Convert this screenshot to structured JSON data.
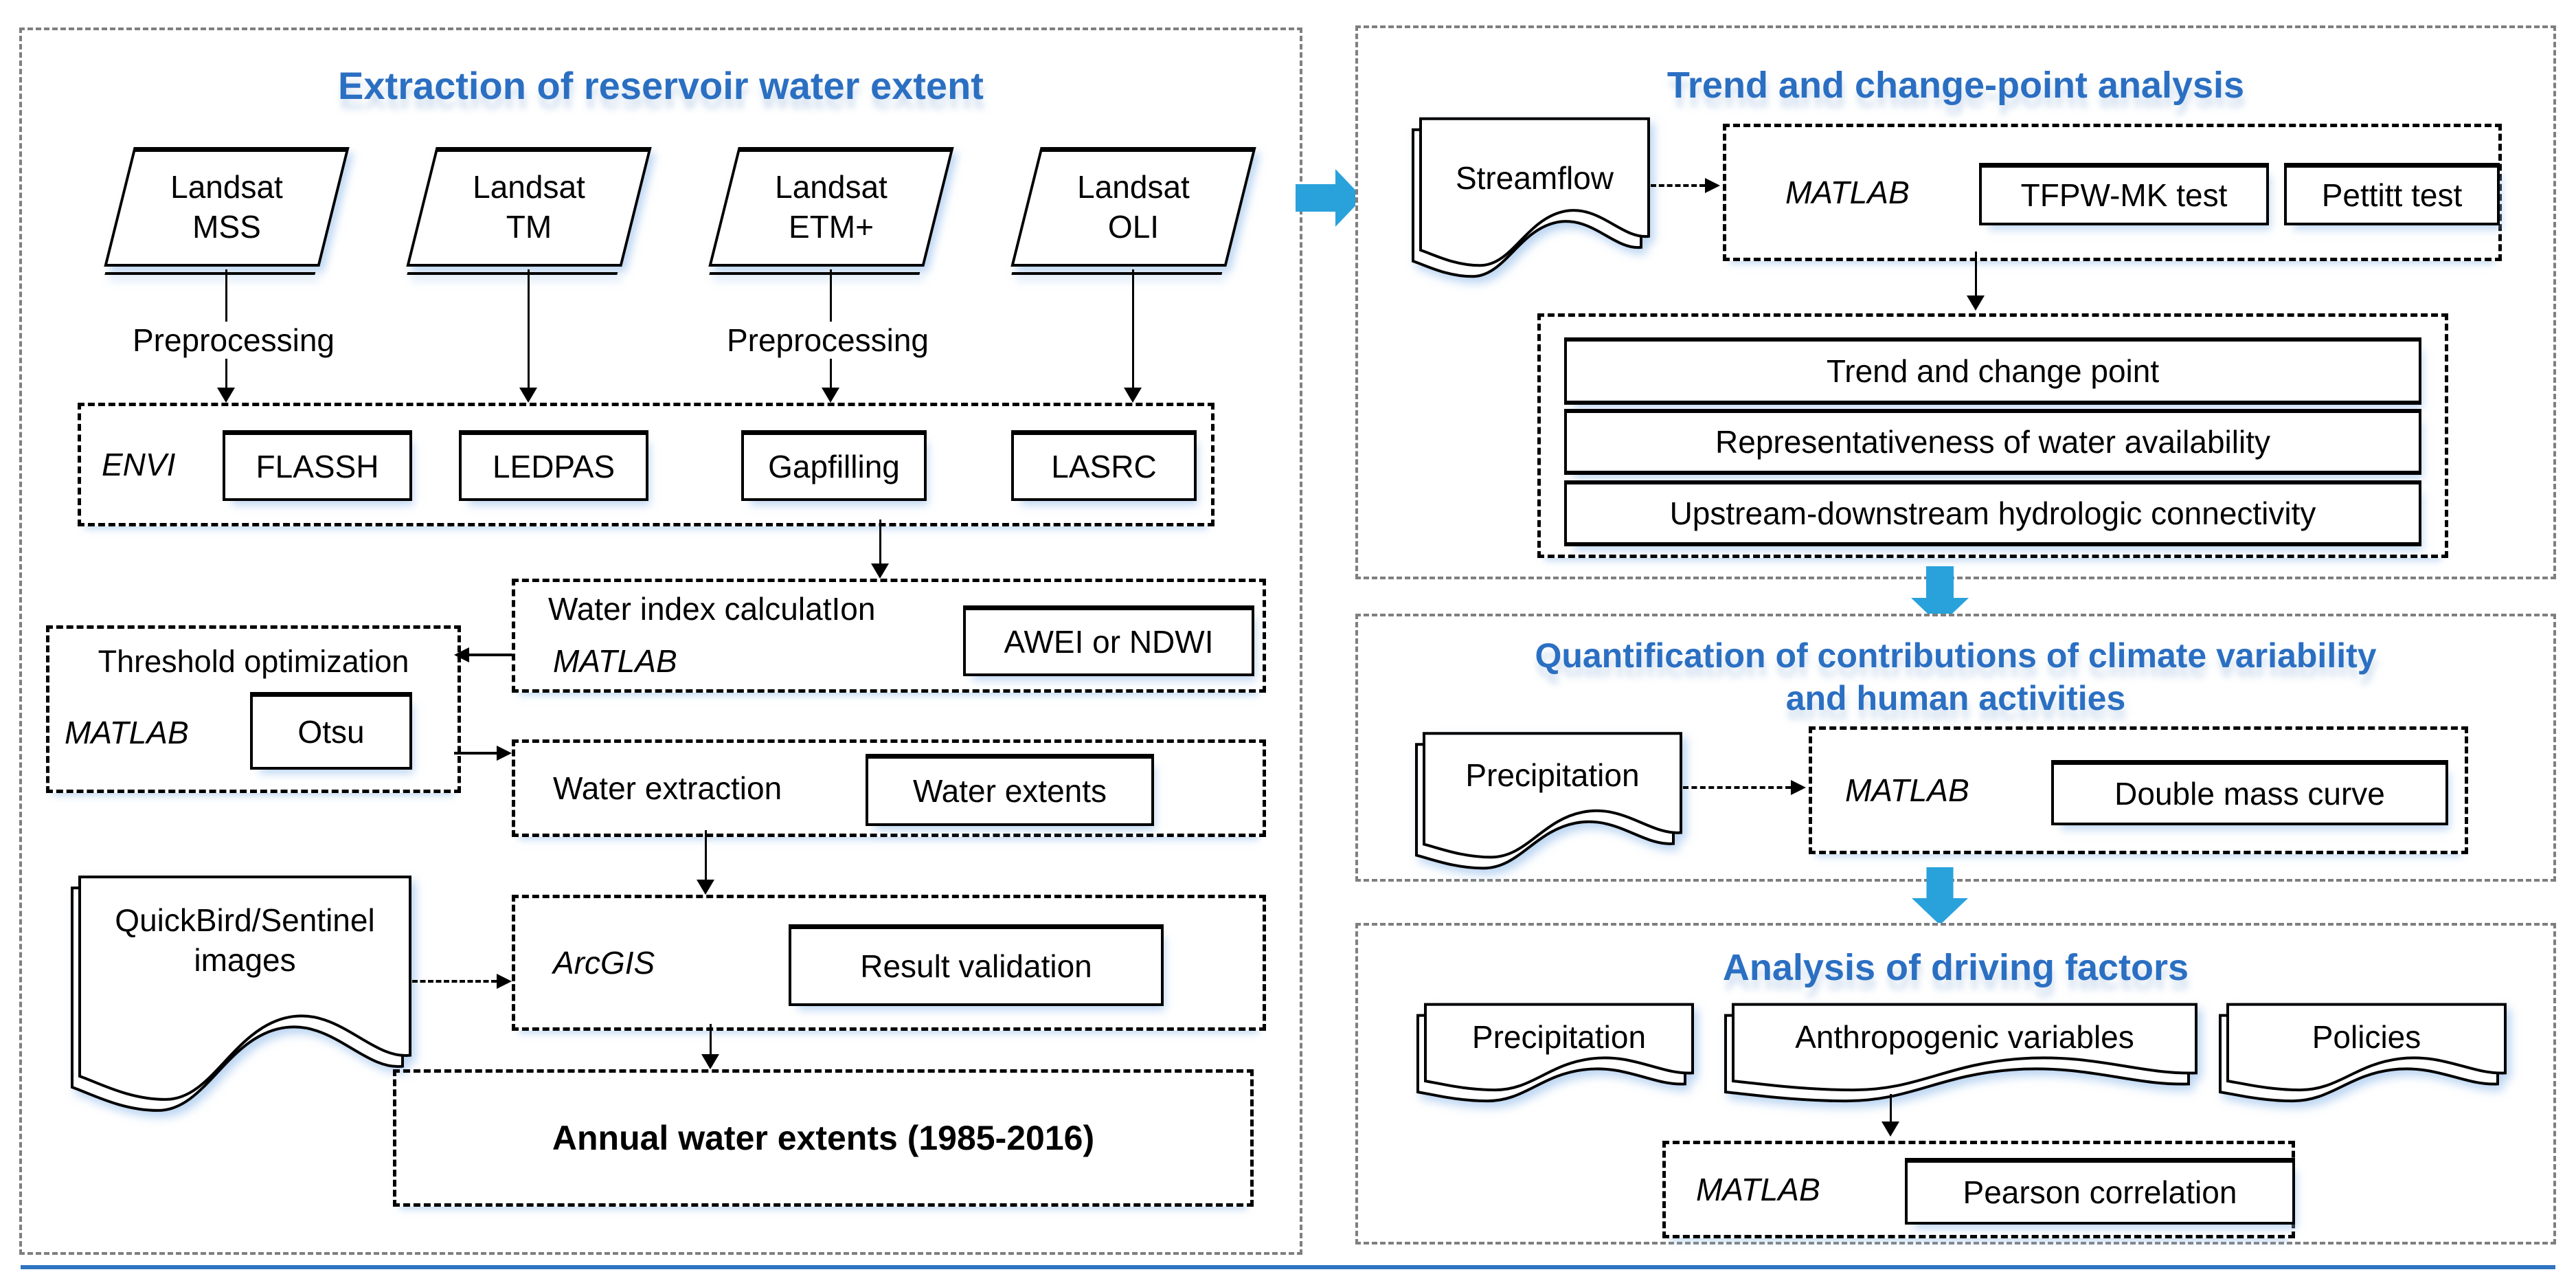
{
  "colors": {
    "title_blue": "#2B6FC2",
    "block_arrow_blue": "#29A2DB",
    "panel_border_gray": "#7F7F7F",
    "bottom_line_blue": "#2E74C0"
  },
  "panels": {
    "extraction": {
      "title": "Extraction of reservoir water extent",
      "sources": [
        {
          "line1": "Landsat",
          "line2": "MSS"
        },
        {
          "line1": "Landsat",
          "line2": "TM"
        },
        {
          "line1": "Landsat",
          "line2": "ETM+"
        },
        {
          "line1": "Landsat",
          "line2": "OLI"
        }
      ],
      "preprocessing_labels": [
        "Preprocessing",
        "Preprocessing"
      ],
      "envi_row": {
        "tool": "ENVI",
        "boxes": [
          "FLASSH",
          "LEDPAS",
          "Gapfilling",
          "LASRC"
        ]
      },
      "water_index": {
        "label": "Water index calculatIon",
        "tool": "MATLAB",
        "box": "AWEI or NDWI"
      },
      "threshold": {
        "label": "Threshold optimization",
        "tool": "MATLAB",
        "box": "Otsu"
      },
      "water_extraction": {
        "label": "Water extraction",
        "box": "Water extents"
      },
      "quickbird_doc": {
        "line1": "QuickBird/Sentinel",
        "line2": "images"
      },
      "validation": {
        "tool": "ArcGIS",
        "box": "Result validation"
      },
      "annual_result": "Annual water extents (1985-2016)"
    },
    "trend": {
      "title": "Trend and change-point analysis",
      "doc": "Streamflow",
      "tool": "MATLAB",
      "tests": [
        "TFPW-MK test",
        "Pettitt test"
      ],
      "results": [
        "Trend and change point",
        "Representativeness of water availability",
        "Upstream-downstream hydrologic connectivity"
      ]
    },
    "quantification": {
      "title_line1": "Quantification of contributions of climate variability",
      "title_line2": "and human activities",
      "doc": "Precipitation",
      "tool": "MATLAB",
      "box": "Double mass curve"
    },
    "driving": {
      "title": "Analysis of driving factors",
      "docs": [
        "Precipitation",
        "Anthropogenic variables",
        "Policies"
      ],
      "tool": "MATLAB",
      "box": "Pearson correlation"
    }
  }
}
